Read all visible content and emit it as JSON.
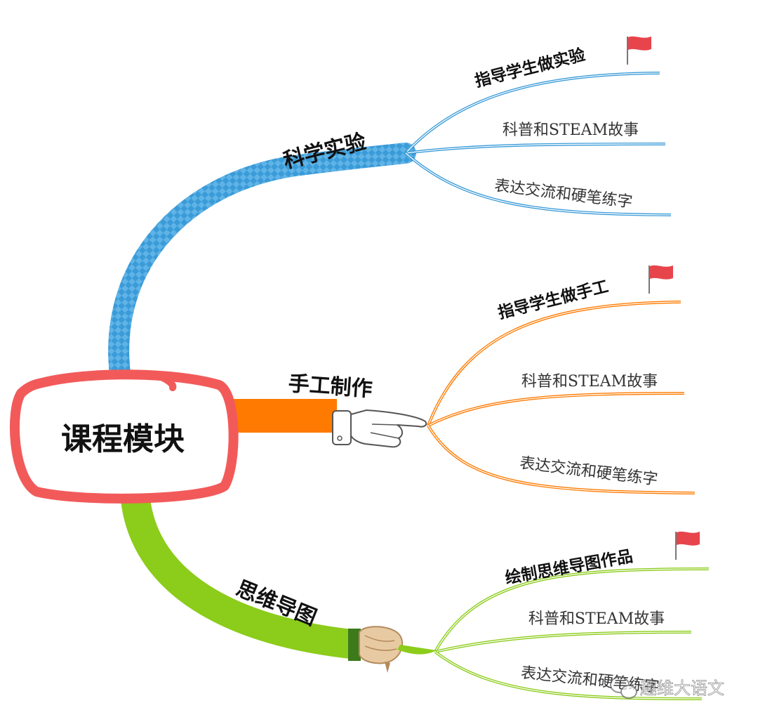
{
  "central_topic": "课程模块",
  "branches": [
    {
      "title": "科学实验",
      "color": "#3a9bd8",
      "subtopics": [
        {
          "label": "指导学生做实验",
          "flag": true
        },
        {
          "label": "科普和STEAM故事",
          "flag": false
        },
        {
          "label": "表达交流和硬笔练字",
          "flag": false
        }
      ]
    },
    {
      "title": "手工制作",
      "color": "#ff7a00",
      "subtopics": [
        {
          "label": "指导学生做手工",
          "flag": true
        },
        {
          "label": "科普和STEAM故事",
          "flag": false
        },
        {
          "label": "表达交流和硬笔练字",
          "flag": false
        }
      ]
    },
    {
      "title": "思维导图",
      "color": "#8ccc1a",
      "subtopics": [
        {
          "label": "绘制思维导图作品",
          "flag": true
        },
        {
          "label": "科普和STEAM故事",
          "flag": false
        },
        {
          "label": "表达交流和硬笔练字",
          "flag": false
        }
      ]
    }
  ],
  "flag_color": "#e8444c",
  "center_border_color": "#f25a5a",
  "watermark": "趣维大语文",
  "watermark_icon": "wechat-icon"
}
